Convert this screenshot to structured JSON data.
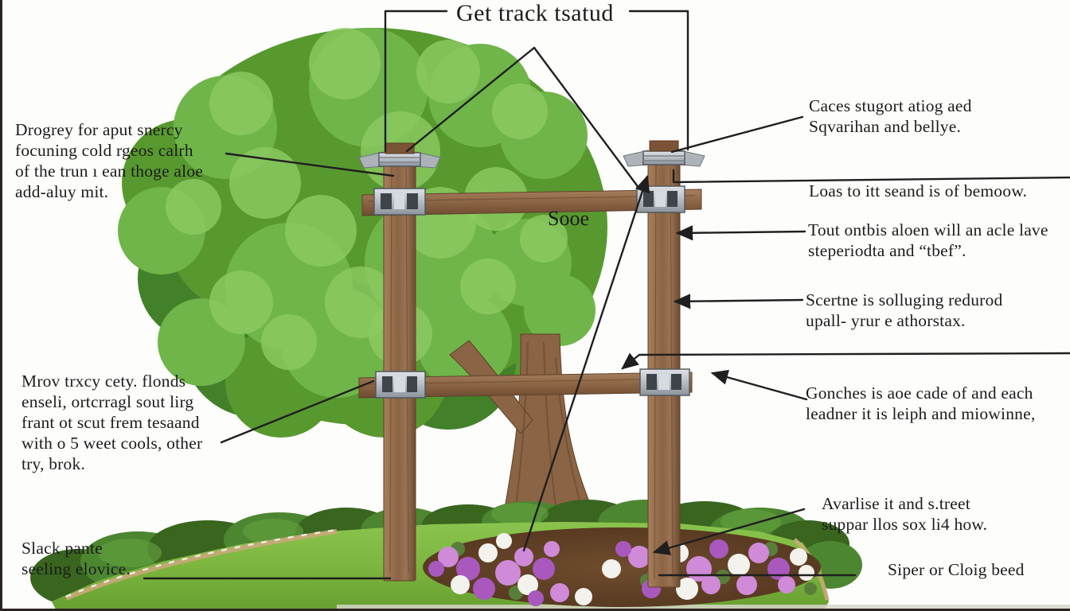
{
  "title": "Get track tsatud",
  "diagram": {
    "beam_label": "Sooe"
  },
  "labels": {
    "left_top": "Drogrey for aput snercy\nfocuning cold rgeos calrh\nof the trun ı ean thoge aloe\nadd-aluy mit.",
    "left_middle": "Mrov trxcy cety. flonds\nenseli, ortcrragl sout lirg\nfrant ot scut frem tesaand\nwith o 5 weet cools, other\ntry, brok.",
    "left_bottom": "Slack pante\nseeling elovice.",
    "right_1": "Caces stugort atiog aed\nSqvarihan and bellye.",
    "right_2": "Loas to itt seand is of bemoow.",
    "right_3": "Tout ontbis aloen will an acle lave\nsteperiodta and “tbef”.",
    "right_4": "Scertne is solluging redurod\nupall- yrur e athorstax.",
    "right_5": "Gonches is aoe cade of and each\nleadner it is leiph and miowinne,",
    "right_6": "Avarlise it and s.treet\nsuppar llos sox li4 how.",
    "right_7": "Siper or Cloig beed"
  },
  "palette": {
    "background": "#fdfdfb",
    "text": "#1c1c1c",
    "line": "#1f1f1f",
    "canopy": "#58992f",
    "canopy_dark": "#43802a",
    "canopy_light": "#6fb54a",
    "trunk": "#8a6444",
    "trunk_dark": "#5f4027",
    "grass": "#7cb63e",
    "bush": "#4c8630",
    "bush_dark": "#39651f",
    "mulch": "#5d3f26",
    "flower_pink": "#cf8ad8",
    "flower_violet": "#a958bd",
    "flower_white": "#f4f2ec",
    "wood": "#9b7354",
    "metal": "#c2c7ce",
    "edging": "#c8a878"
  }
}
